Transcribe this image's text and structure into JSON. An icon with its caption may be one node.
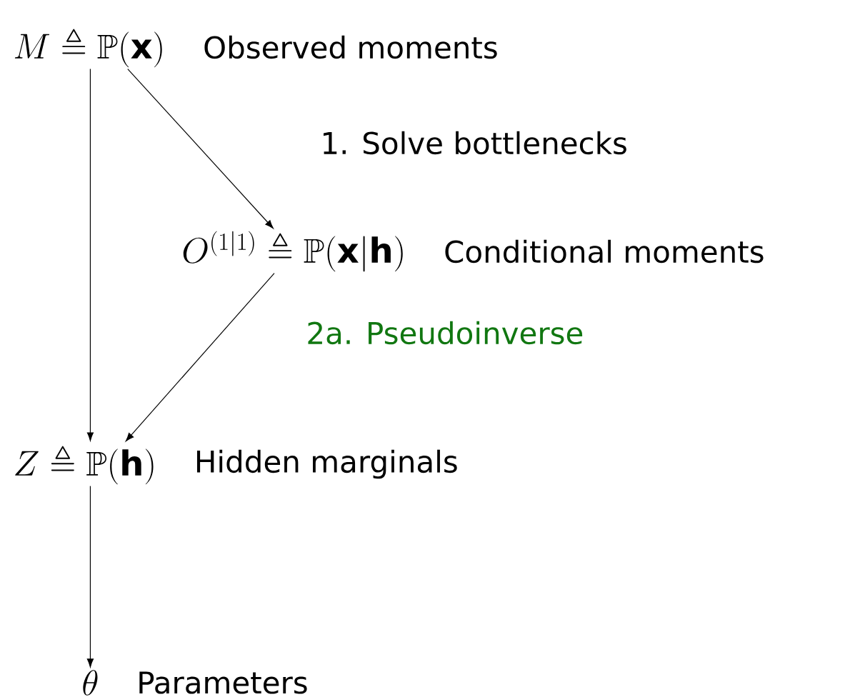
{
  "diagram": {
    "nodes": [
      {
        "text": [
          "M \\triangleq \\mathbb{P}(\\mathbf{x})"
        ],
        "beside": [
          "Observed moments"
        ]
      },
      {
        "text": [
          "O^{(1|1)} \\triangleq \\mathbb{P}(\\mathbf{x}|\\mathbf{h})"
        ],
        "beside": [
          "Conditional moments"
        ]
      },
      {
        "text": [
          "Z \\triangleq \\mathbb{P}(\\mathbf{h})"
        ],
        "beside": [
          "Hidden marginals"
        ]
      },
      {
        "text": [
          "\\theta"
        ],
        "beside": [
          "Parameters"
        ]
      }
    ],
    "edges": [
      {
        "from": 0,
        "to": 1,
        "arrow": "to",
        "label": "1. Solve bottlenecks"
      },
      {
        "from": 1,
        "to": 2,
        "arrow": "to",
        "label": "2a. Pseudoinverse"
      },
      {
        "from": 0,
        "to": 2,
        "arrow": "to"
      },
      {
        "from": 2,
        "to": 3,
        "arrow": "to"
      }
    ]
  }
}
